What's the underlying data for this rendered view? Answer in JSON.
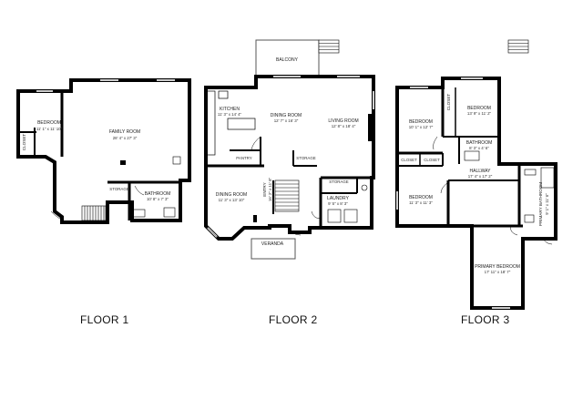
{
  "floors": [
    {
      "title": "FLOOR 1",
      "rooms": [
        {
          "id": "f1-bedroom",
          "name": "BEDROOM",
          "dims": "11' 1\" x 11' 10\""
        },
        {
          "id": "f1-closet",
          "name": "CLOSET",
          "dims": ""
        },
        {
          "id": "f1-family-room",
          "name": "FAMILY ROOM",
          "dims": "28' 4\" x 27' 3\""
        },
        {
          "id": "f1-storage",
          "name": "STORAGE",
          "dims": ""
        },
        {
          "id": "f1-bathroom",
          "name": "BATHROOM",
          "dims": "10' 8\" x 7' 3\""
        }
      ]
    },
    {
      "title": "FLOOR 2",
      "rooms": [
        {
          "id": "f2-balcony",
          "name": "BALCONY",
          "dims": ""
        },
        {
          "id": "f2-kitchen",
          "name": "KITCHEN",
          "dims": "11' 3\" x 14' 4\""
        },
        {
          "id": "f2-dining-room-top",
          "name": "DINING ROOM",
          "dims": "12' 7\" x 16' 3\""
        },
        {
          "id": "f2-living-room",
          "name": "LIVING ROOM",
          "dims": "12' 8\" x 18' 4\""
        },
        {
          "id": "f2-pantry",
          "name": "PANTRY",
          "dims": ""
        },
        {
          "id": "f2-storage-a",
          "name": "STORAGE",
          "dims": ""
        },
        {
          "id": "f2-entry",
          "name": "ENTRY",
          "dims": "16' 2\" x 11' 8\""
        },
        {
          "id": "f2-storage-b",
          "name": "STORAGE",
          "dims": ""
        },
        {
          "id": "f2-dining-room",
          "name": "DINING ROOM",
          "dims": "11' 3\" x 13' 10\""
        },
        {
          "id": "f2-laundry",
          "name": "LAUNDRY",
          "dims": "9' 5\" x 8' 3\""
        },
        {
          "id": "f2-veranda",
          "name": "VERANDA",
          "dims": ""
        }
      ]
    },
    {
      "title": "FLOOR 3",
      "rooms": [
        {
          "id": "f3-bedroom-a",
          "name": "BEDROOM",
          "dims": "10' 1\" x 12' 7\""
        },
        {
          "id": "f3-closet-a",
          "name": "CLOSET",
          "dims": ""
        },
        {
          "id": "f3-bedroom-b",
          "name": "BEDROOM",
          "dims": "13' 9\" x 11' 2\""
        },
        {
          "id": "f3-bathroom",
          "name": "BATHROOM",
          "dims": "8' 3\" x 4' 6\""
        },
        {
          "id": "f3-closet-b",
          "name": "CLOSET",
          "dims": ""
        },
        {
          "id": "f3-closet-c",
          "name": "CLOSET",
          "dims": ""
        },
        {
          "id": "f3-hallway",
          "name": "HALLWAY",
          "dims": "17' 4\" x 17' 2\""
        },
        {
          "id": "f3-bedroom-c",
          "name": "BEDROOM",
          "dims": "11' 3\" x 11' 3\""
        },
        {
          "id": "f3-primary-bathroom",
          "name": "PRIMARY BATHROOM",
          "dims": "9' 1\" x 11' 6\""
        },
        {
          "id": "f3-primary-bedroom",
          "name": "PRIMARY BEDROOM",
          "dims": "17' 11\" x 18' 7\""
        }
      ]
    }
  ]
}
